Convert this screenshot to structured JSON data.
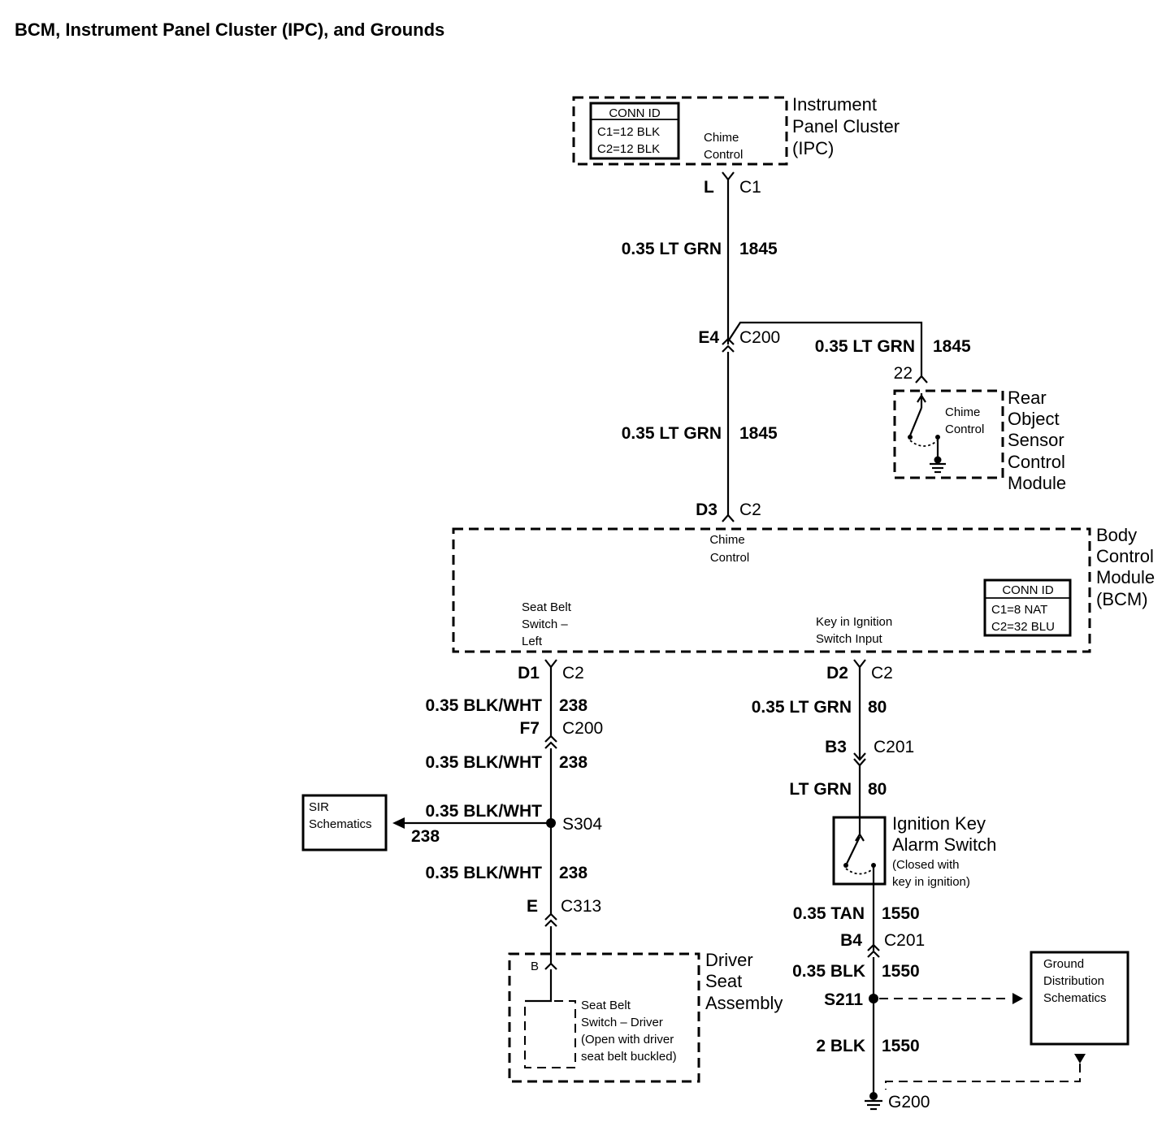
{
  "title": "BCM, Instrument Panel Cluster (IPC), and Grounds",
  "ipc": {
    "name": [
      "Instrument",
      "Panel Cluster",
      "(IPC)"
    ],
    "conn_title": "CONN ID",
    "conn": [
      "C1=12 BLK",
      "C2=12 BLK"
    ],
    "signal": [
      "Chime",
      "Control"
    ],
    "pin": "L",
    "connector": "C1"
  },
  "wires": {
    "w1": {
      "gauge": "0.35 LT GRN",
      "circuit": "1845"
    },
    "w2": {
      "gauge": "0.35 LT GRN",
      "circuit": "1845"
    },
    "w3": {
      "gauge": "0.35 LT GRN",
      "circuit": "1845"
    },
    "w4": {
      "gauge": "0.35 BLK/WHT",
      "circuit": "238"
    },
    "w5": {
      "gauge": "0.35 BLK/WHT",
      "circuit": "238"
    },
    "w6": {
      "gauge": "0.35 BLK/WHT",
      "circuit": "238"
    },
    "w7": {
      "gauge": "0.35 BLK/WHT",
      "circuit": "238"
    },
    "w8": {
      "gauge": "0.35 LT GRN",
      "circuit": "80"
    },
    "w9": {
      "gauge": "LT GRN",
      "circuit": "80"
    },
    "w10": {
      "gauge": "0.35 TAN",
      "circuit": "1550"
    },
    "w11": {
      "gauge": "0.35 BLK",
      "circuit": "1550"
    },
    "w12": {
      "gauge": "2 BLK",
      "circuit": "1550"
    }
  },
  "connectors": {
    "e4": {
      "pin": "E4",
      "name": "C200"
    },
    "d3": {
      "pin": "D3",
      "name": "C2"
    },
    "d1": {
      "pin": "D1",
      "name": "C2"
    },
    "f7": {
      "pin": "F7",
      "name": "C200"
    },
    "e": {
      "pin": "E",
      "name": "C313"
    },
    "d2": {
      "pin": "D2",
      "name": "C2"
    },
    "b3": {
      "pin": "B3",
      "name": "C201"
    },
    "b4": {
      "pin": "B4",
      "name": "C201"
    }
  },
  "rosc": {
    "name": [
      "Rear",
      "Object",
      "Sensor",
      "Control",
      "Module"
    ],
    "pin": "22",
    "signal": [
      "Chime",
      "Control"
    ]
  },
  "bcm": {
    "name": [
      "Body",
      "Control",
      "Module",
      "(BCM)"
    ],
    "conn_title": "CONN ID",
    "conn": [
      "C1=8 NAT",
      "C2=32 BLU"
    ],
    "chime": [
      "Chime",
      "Control"
    ],
    "seatbelt": [
      "Seat Belt",
      "Switch –",
      "Left"
    ],
    "key": [
      "Key in Ignition",
      "Switch Input"
    ]
  },
  "sir": {
    "label": [
      "SIR",
      "Schematics"
    ]
  },
  "splices": {
    "s304": "S304",
    "s211": "S211"
  },
  "ign_switch": {
    "name": [
      "Ignition Key",
      "Alarm Switch"
    ],
    "note": [
      "(Closed with",
      "key in ignition)"
    ]
  },
  "driver_seat": {
    "name": [
      "Driver",
      "Seat",
      "Assembly"
    ],
    "pin": "B",
    "switch": [
      "Seat Belt",
      "Switch – Driver",
      "(Open with driver",
      "seat belt buckled)"
    ]
  },
  "ground_dist": {
    "label": [
      "Ground",
      "Distribution",
      "Schematics"
    ]
  },
  "ground": {
    "name": "G200"
  }
}
